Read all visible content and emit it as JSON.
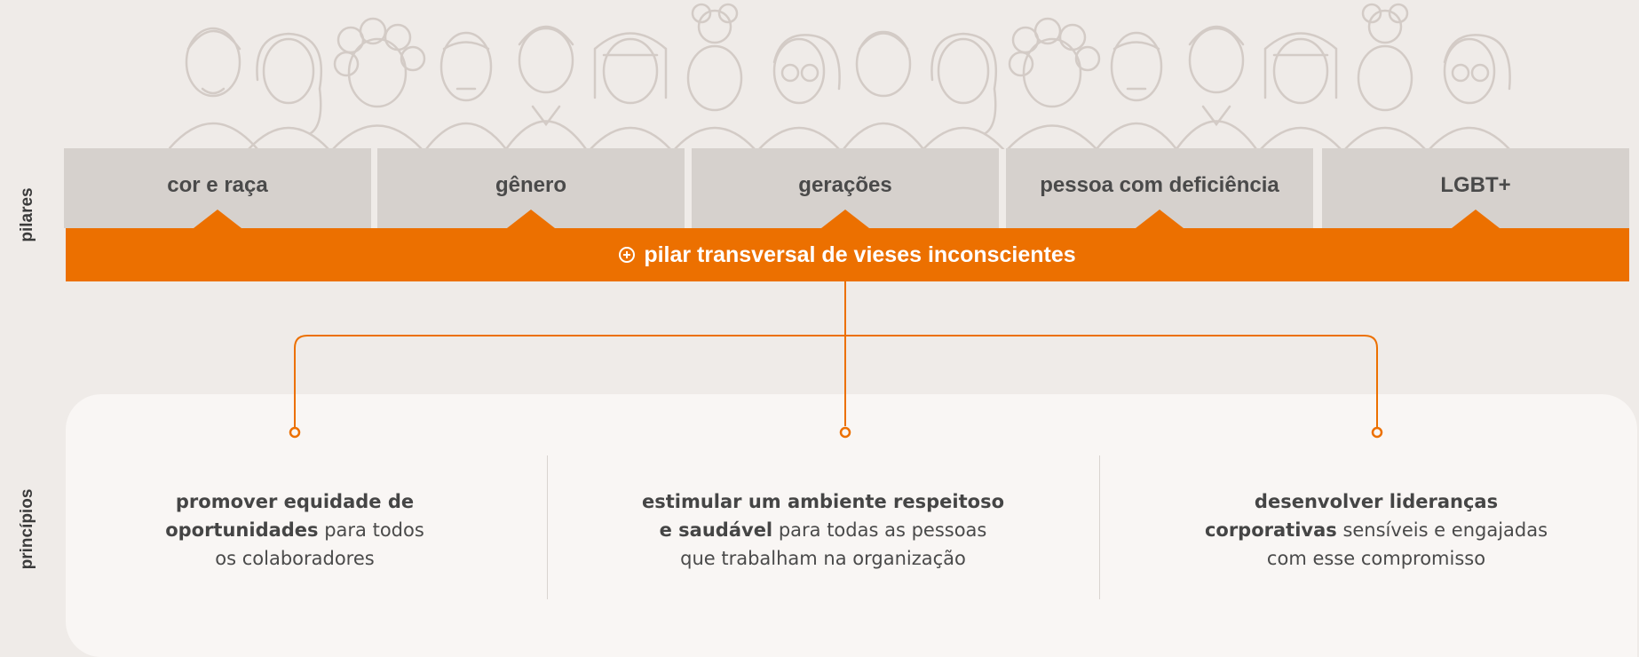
{
  "side_labels": {
    "pillars": "pilares",
    "principles": "princípios"
  },
  "pillars": [
    {
      "label": "cor e raça"
    },
    {
      "label": "gênero"
    },
    {
      "label": "gerações"
    },
    {
      "label": "pessoa com deficiência"
    },
    {
      "label": "LGBT+"
    }
  ],
  "transversal": {
    "icon": "plus-circle-icon",
    "label": "pilar transversal de vieses inconscientes"
  },
  "principles": [
    {
      "bold_line1": "promover equidade de",
      "bold_line2": "oportunidades",
      "rest_line2": " para todos",
      "line3": "os colaboradores"
    },
    {
      "bold_line1": "estimular um ambiente respeitoso",
      "bold_line2": "e saudável",
      "rest_line2": " para todas as pessoas",
      "line3": "que trabalham na organização"
    },
    {
      "bold_line1": "desenvolver lideranças",
      "bold_line2": "corporativas",
      "rest_line2": " sensíveis e engajadas",
      "line3": "com esse compromisso"
    }
  ],
  "colors": {
    "accent": "#ec7000",
    "pillar_bg": "#d6d1cd",
    "page_bg": "#efebe8",
    "panel_bg": "#f9f6f4",
    "illustration_line": "#d3cbc6"
  },
  "illustration": "crowd-illustration"
}
